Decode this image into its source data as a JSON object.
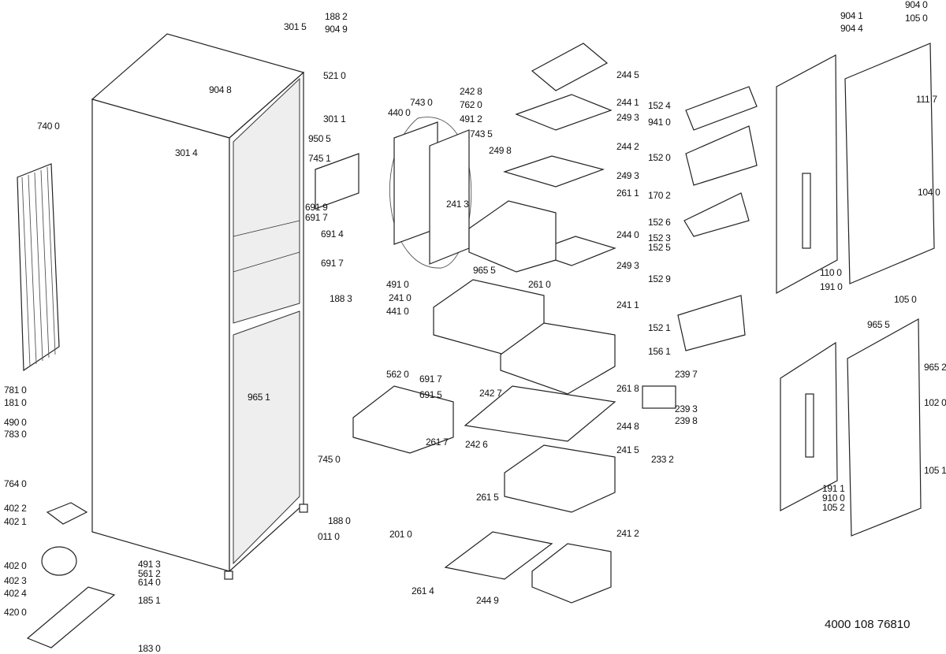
{
  "callouts": [
    "740 0",
    "781 0",
    "181 0",
    "490 0",
    "783 0",
    "764 0",
    "402 2",
    "402 1",
    "402 0",
    "402 3",
    "402 4",
    "420 0",
    "185 1",
    "183 0",
    "491 3",
    "561 2",
    "614 0",
    "301 5",
    "188 2",
    "904 9",
    "904 8",
    "521 0",
    "301 1",
    "301 4",
    "950 5",
    "745 1",
    "691 9",
    "691 7",
    "691 4",
    "691 7",
    "440 0",
    "743 0",
    "242 8",
    "762 0",
    "491 2",
    "743 5",
    "249 8",
    "244 5",
    "244 1",
    "249 3",
    "244 2",
    "249 3",
    "261 1",
    "241 3",
    "244 0",
    "249 3",
    "965 5",
    "261 0",
    "491 0",
    "188 3",
    "441 0",
    "241 0",
    "241 1",
    "562 0",
    "691 7",
    "691 5",
    "242 7",
    "261 8",
    "965 1",
    "745 0",
    "261 7",
    "242 6",
    "244 8",
    "241 5",
    "261 5",
    "188 0",
    "201 0",
    "011 0",
    "241 2",
    "261 4",
    "244 9",
    "152 4",
    "941 0",
    "152 0",
    "170 2",
    "152 6",
    "152 3",
    "152 5",
    "152 9",
    "152 1",
    "156 1",
    "239 7",
    "239 3",
    "239 8",
    "233 2",
    "904 1",
    "904 4",
    "904 0",
    "105 0",
    "111 7",
    "104 0",
    "110 0",
    "191 0",
    "105 0",
    "965 5",
    "965 2",
    "102 0",
    "105 1",
    "191 1",
    "910 0",
    "105 2"
  ],
  "document_number": "4000 108 76810"
}
